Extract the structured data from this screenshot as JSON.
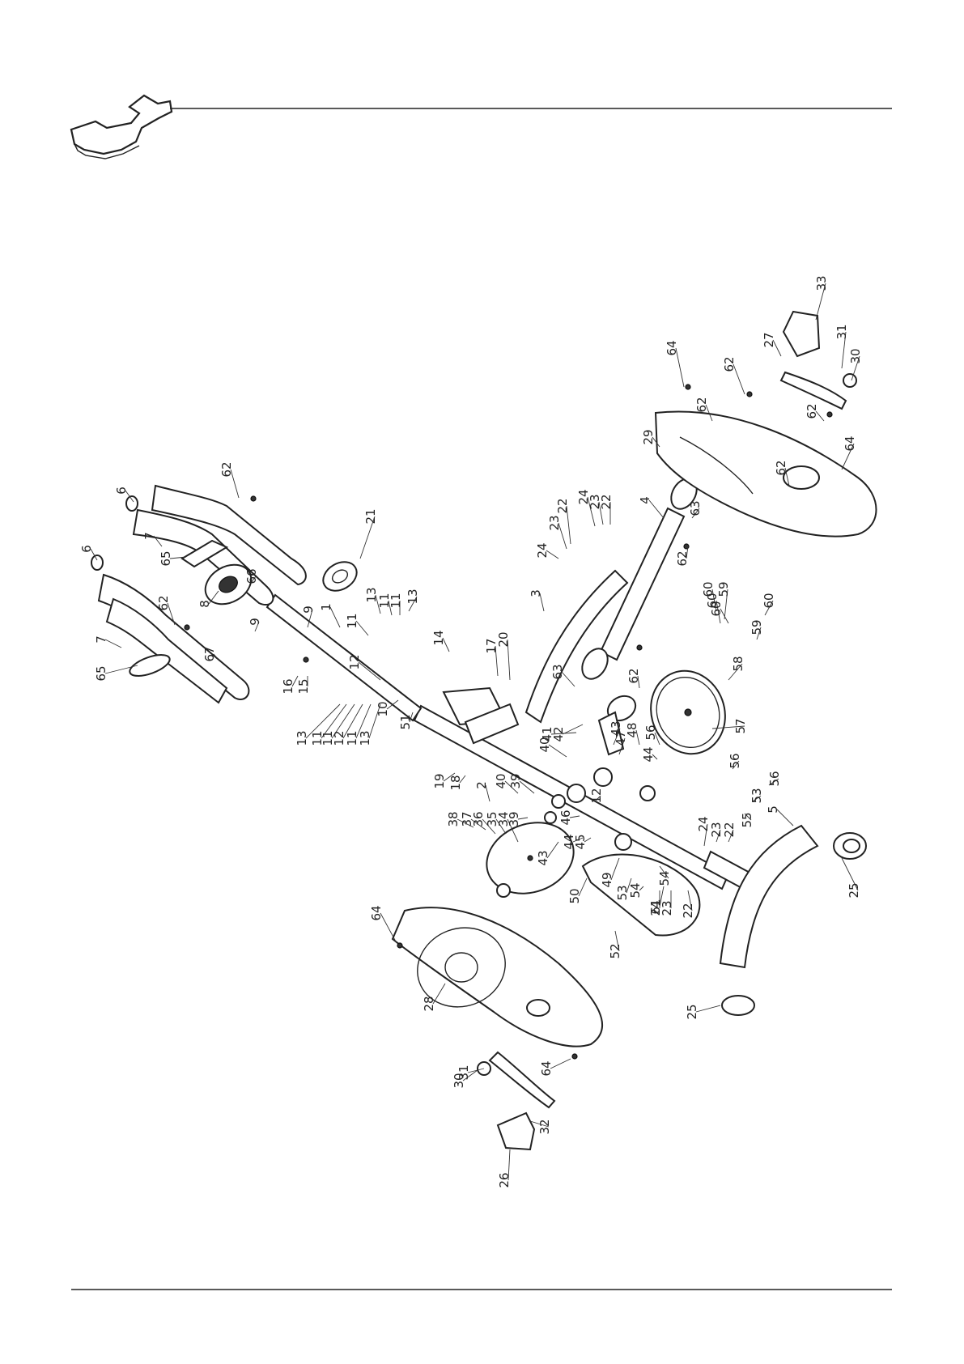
{
  "document": {
    "header_icon": "wrench-icon",
    "diagram_type": "exploded-parts-view"
  },
  "labels": [
    {
      "text": "33"
    },
    {
      "text": "31"
    },
    {
      "text": "30"
    },
    {
      "text": "27"
    },
    {
      "text": "64"
    },
    {
      "text": "62"
    },
    {
      "text": "62"
    },
    {
      "text": "29"
    },
    {
      "text": "62"
    },
    {
      "text": "64"
    },
    {
      "text": "62"
    },
    {
      "text": "63"
    },
    {
      "text": "4"
    },
    {
      "text": "62"
    },
    {
      "text": "24"
    },
    {
      "text": "23"
    },
    {
      "text": "22"
    },
    {
      "text": "22"
    },
    {
      "text": "23"
    },
    {
      "text": "24"
    },
    {
      "text": "3"
    },
    {
      "text": "62"
    },
    {
      "text": "21"
    },
    {
      "text": "6"
    },
    {
      "text": "7"
    },
    {
      "text": "6"
    },
    {
      "text": "65"
    },
    {
      "text": "66"
    },
    {
      "text": "8"
    },
    {
      "text": "62"
    },
    {
      "text": "9"
    },
    {
      "text": "9"
    },
    {
      "text": "7"
    },
    {
      "text": "67"
    },
    {
      "text": "65"
    },
    {
      "text": "1"
    },
    {
      "text": "13"
    },
    {
      "text": "11"
    },
    {
      "text": "11"
    },
    {
      "text": "13"
    },
    {
      "text": "11"
    },
    {
      "text": "12"
    },
    {
      "text": "14"
    },
    {
      "text": "17"
    },
    {
      "text": "20"
    },
    {
      "text": "63"
    },
    {
      "text": "62"
    },
    {
      "text": "60"
    },
    {
      "text": "59"
    },
    {
      "text": "60"
    },
    {
      "text": "60"
    },
    {
      "text": "60"
    },
    {
      "text": "59"
    },
    {
      "text": "58"
    },
    {
      "text": "16"
    },
    {
      "text": "15"
    },
    {
      "text": "13"
    },
    {
      "text": "11"
    },
    {
      "text": "11"
    },
    {
      "text": "12"
    },
    {
      "text": "11"
    },
    {
      "text": "13"
    },
    {
      "text": "10"
    },
    {
      "text": "51"
    },
    {
      "text": "42"
    },
    {
      "text": "41"
    },
    {
      "text": "40"
    },
    {
      "text": "43"
    },
    {
      "text": "47"
    },
    {
      "text": "48"
    },
    {
      "text": "56"
    },
    {
      "text": "44"
    },
    {
      "text": "57"
    },
    {
      "text": "56"
    },
    {
      "text": "56"
    },
    {
      "text": "53"
    },
    {
      "text": "55"
    },
    {
      "text": "19"
    },
    {
      "text": "18"
    },
    {
      "text": "2"
    },
    {
      "text": "40"
    },
    {
      "text": "39"
    },
    {
      "text": "39"
    },
    {
      "text": "46"
    },
    {
      "text": "12"
    },
    {
      "text": "38"
    },
    {
      "text": "37"
    },
    {
      "text": "36"
    },
    {
      "text": "35"
    },
    {
      "text": "34"
    },
    {
      "text": "43"
    },
    {
      "text": "44"
    },
    {
      "text": "45"
    },
    {
      "text": "50"
    },
    {
      "text": "49"
    },
    {
      "text": "53"
    },
    {
      "text": "54"
    },
    {
      "text": "54"
    },
    {
      "text": "61"
    },
    {
      "text": "24"
    },
    {
      "text": "23"
    },
    {
      "text": "22"
    },
    {
      "text": "24"
    },
    {
      "text": "23"
    },
    {
      "text": "22"
    },
    {
      "text": "5"
    },
    {
      "text": "25"
    },
    {
      "text": "52"
    },
    {
      "text": "64"
    },
    {
      "text": "28"
    },
    {
      "text": "25"
    },
    {
      "text": "30"
    },
    {
      "text": "31"
    },
    {
      "text": "64"
    },
    {
      "text": "32"
    },
    {
      "text": "26"
    }
  ]
}
